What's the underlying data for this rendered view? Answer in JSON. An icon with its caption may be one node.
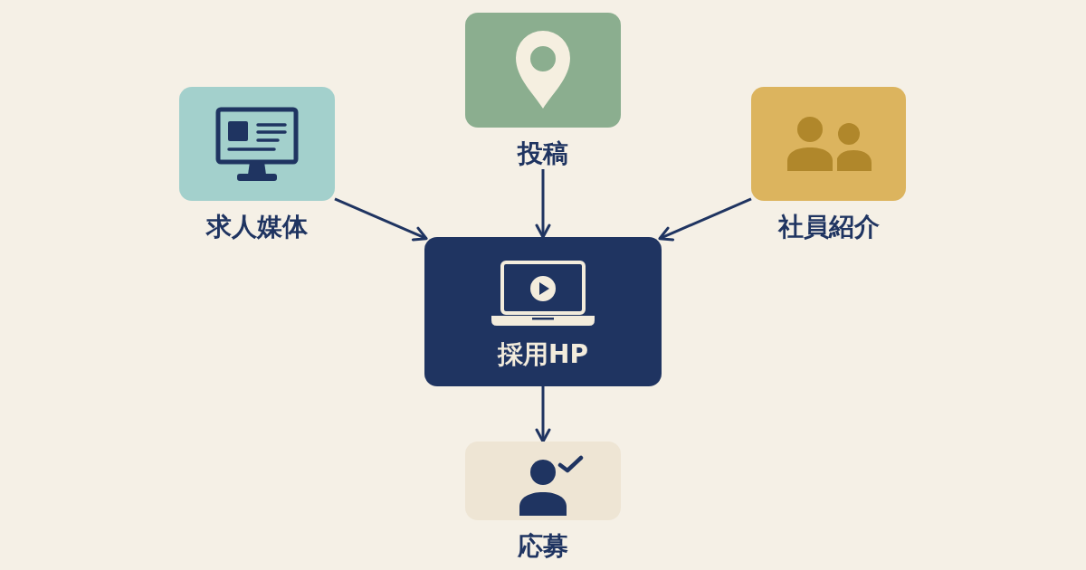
{
  "diagram": {
    "nodes": [
      {
        "text": [
          "求人媒体"
        ]
      },
      {
        "text": [
          "投稿"
        ]
      },
      {
        "text": [
          "社員紹介"
        ]
      },
      {
        "text": [
          "採用HP"
        ]
      },
      {
        "text": [
          "応募"
        ]
      }
    ],
    "edges": [
      {
        "from": 0,
        "to": 3,
        "arrow": "to"
      },
      {
        "from": 1,
        "to": 3,
        "arrow": "to"
      },
      {
        "from": 2,
        "to": 3,
        "arrow": "to"
      },
      {
        "from": 3,
        "to": 4,
        "arrow": "to"
      }
    ]
  }
}
